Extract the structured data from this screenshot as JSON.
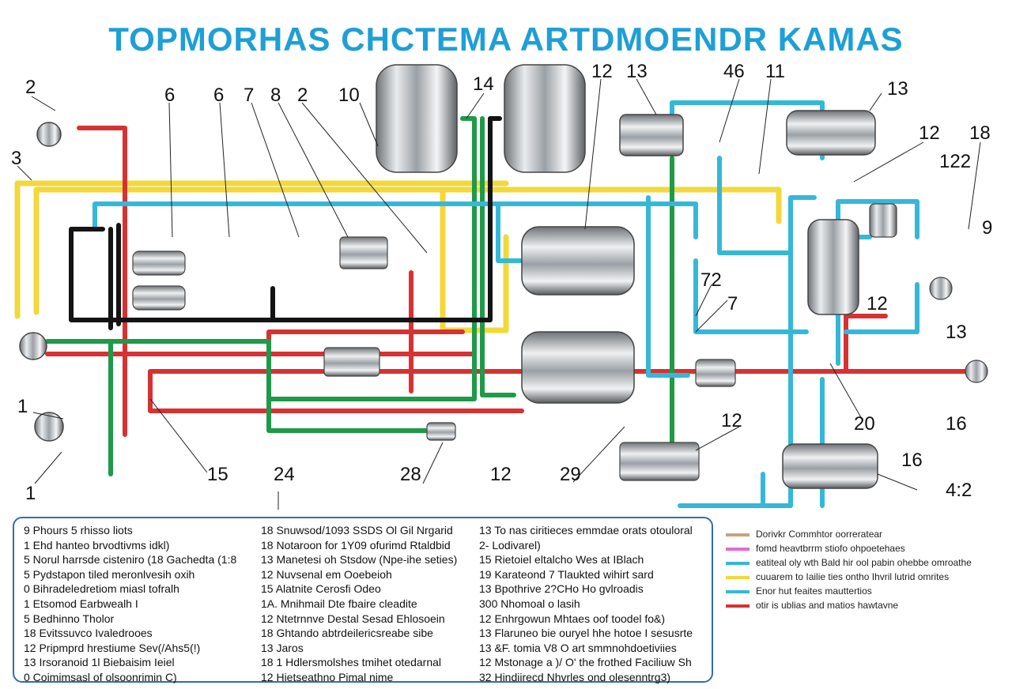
{
  "title": "TOPMORHAS CHCTEMA ARTDMOENDR KAMAS",
  "callouts": [
    "2",
    "3",
    "1",
    "1",
    "6",
    "6",
    "7",
    "8",
    "2",
    "10",
    "14",
    "12",
    "13",
    "46",
    "11",
    "13",
    "12",
    "18",
    "122",
    "72",
    "7",
    "12",
    "13",
    "20",
    "16",
    "16",
    "4:2",
    "12",
    "29",
    "12",
    "28",
    "24",
    "15",
    "9"
  ],
  "colors": {
    "red": "#d63232",
    "green": "#1f9a48",
    "cyan": "#35b8d8",
    "yellow": "#f2d83a",
    "black": "#141414",
    "title": "#1e9fd6",
    "legend_border": "#2f6db5"
  },
  "legend": {
    "col1": [
      "9 Phours 5 rhisso liots",
      "1 Ehd hanteo brvodtivms idkl)",
      "5 Norul harrsde cisteniro (18 Gachedta (1:8",
      "5 Pydstapon tiled meronlvesih oxih",
      "0 Bihradeledretiom miasl tofralh",
      "1 Etsomod Earbwealh I",
      "5 Bedhinno Tholor",
      "18 Evitssuvco Ivaledrooes",
      "12 Pripmprd hrestiume Sev(/Ahs5(!)",
      "13 Irsoranoid 1l Biebaisim Ieiel",
      "0 Coimimsasl of olsoonrimin C)"
    ],
    "col2": [
      "18 Snuwsod/1093 SSDS Ol Gil Nrgarid",
      "18 Notaroon for 1Y09 ofurimd Rtaldbid",
      "13 Manetesi oh Stsdow (Npe-ihe seties)",
      "12 Nuvsenal em Ooebeioh",
      "15 Alatnite Cerosfi Odeo",
      "1A. Mnihmail Dte fbaire cleadite",
      "12 Ntetrnnve Destal Sesad Ehlosoein",
      "18 Ghtando abtrdeilericsreabe sibe",
      "13 Jaros",
      "18 1 Hdlersmolshes tmihet otedarnal",
      "12 Hietseathno Pimal nime"
    ],
    "col3": [
      "13 To nas ciritieces emmdae orats otouloral",
      "2- Lodivarel)",
      "15 Rietoiel eltalcho Wes at IBlach",
      "19 Karateond 7 Tlaukted wihirt sard",
      "13 Bpothrive 2?CHo Ho gvlroadis",
      "300 Nhomoal o lasih",
      "12 Enhrgowun Mhtaes oof toodel fo&)",
      "13 Flaruneo bie ouryel hhe hotoe I sesusrte",
      "13 &F. tomia V8 O art smmnohdoetiviies",
      "12 Mstonage a )/ O' the frothed Faciliuw Sh",
      "32 Hindiirecd Nhvrles ond olesenntrg3)"
    ]
  },
  "line_legend": [
    {
      "color": "#c9a27a",
      "label": "Dorivkr Commhtor oorreratear"
    },
    {
      "color": "#e46ad4",
      "label": "fomd heavtbrrm stiofo ohpoetehaes"
    },
    {
      "color": "#35b8d8",
      "label": "eatiteal oly wth Bald hir ool pabin ohebbe omroathe"
    },
    {
      "color": "#f2d83a",
      "label": "cuuarem to Iailie ties ontho Ihvril lutrid omrites"
    },
    {
      "color": "#35b8d8",
      "label": "Enor hut feaites mauttertios"
    },
    {
      "color": "#d63232",
      "label": "otir is ublias and matios hawtavne"
    }
  ]
}
